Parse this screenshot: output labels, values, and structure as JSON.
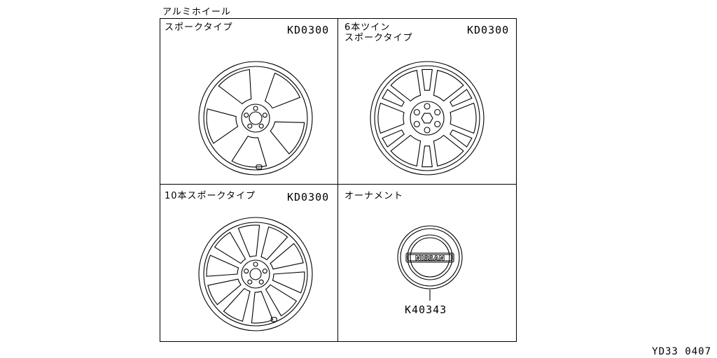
{
  "diagram": {
    "title": "アルミホイール",
    "panels": [
      {
        "label": "スポークタイプ",
        "part_no": "KD0300"
      },
      {
        "label": "6本ツイン\nスポークタイプ",
        "part_no": "KD0300"
      },
      {
        "label": "10本スポークタイプ",
        "part_no": "KD0300"
      },
      {
        "label": "オーナメント",
        "part_no": "K40343"
      }
    ],
    "ornament_logo": "NISSAN",
    "drawing_code": "YD33 0407"
  }
}
